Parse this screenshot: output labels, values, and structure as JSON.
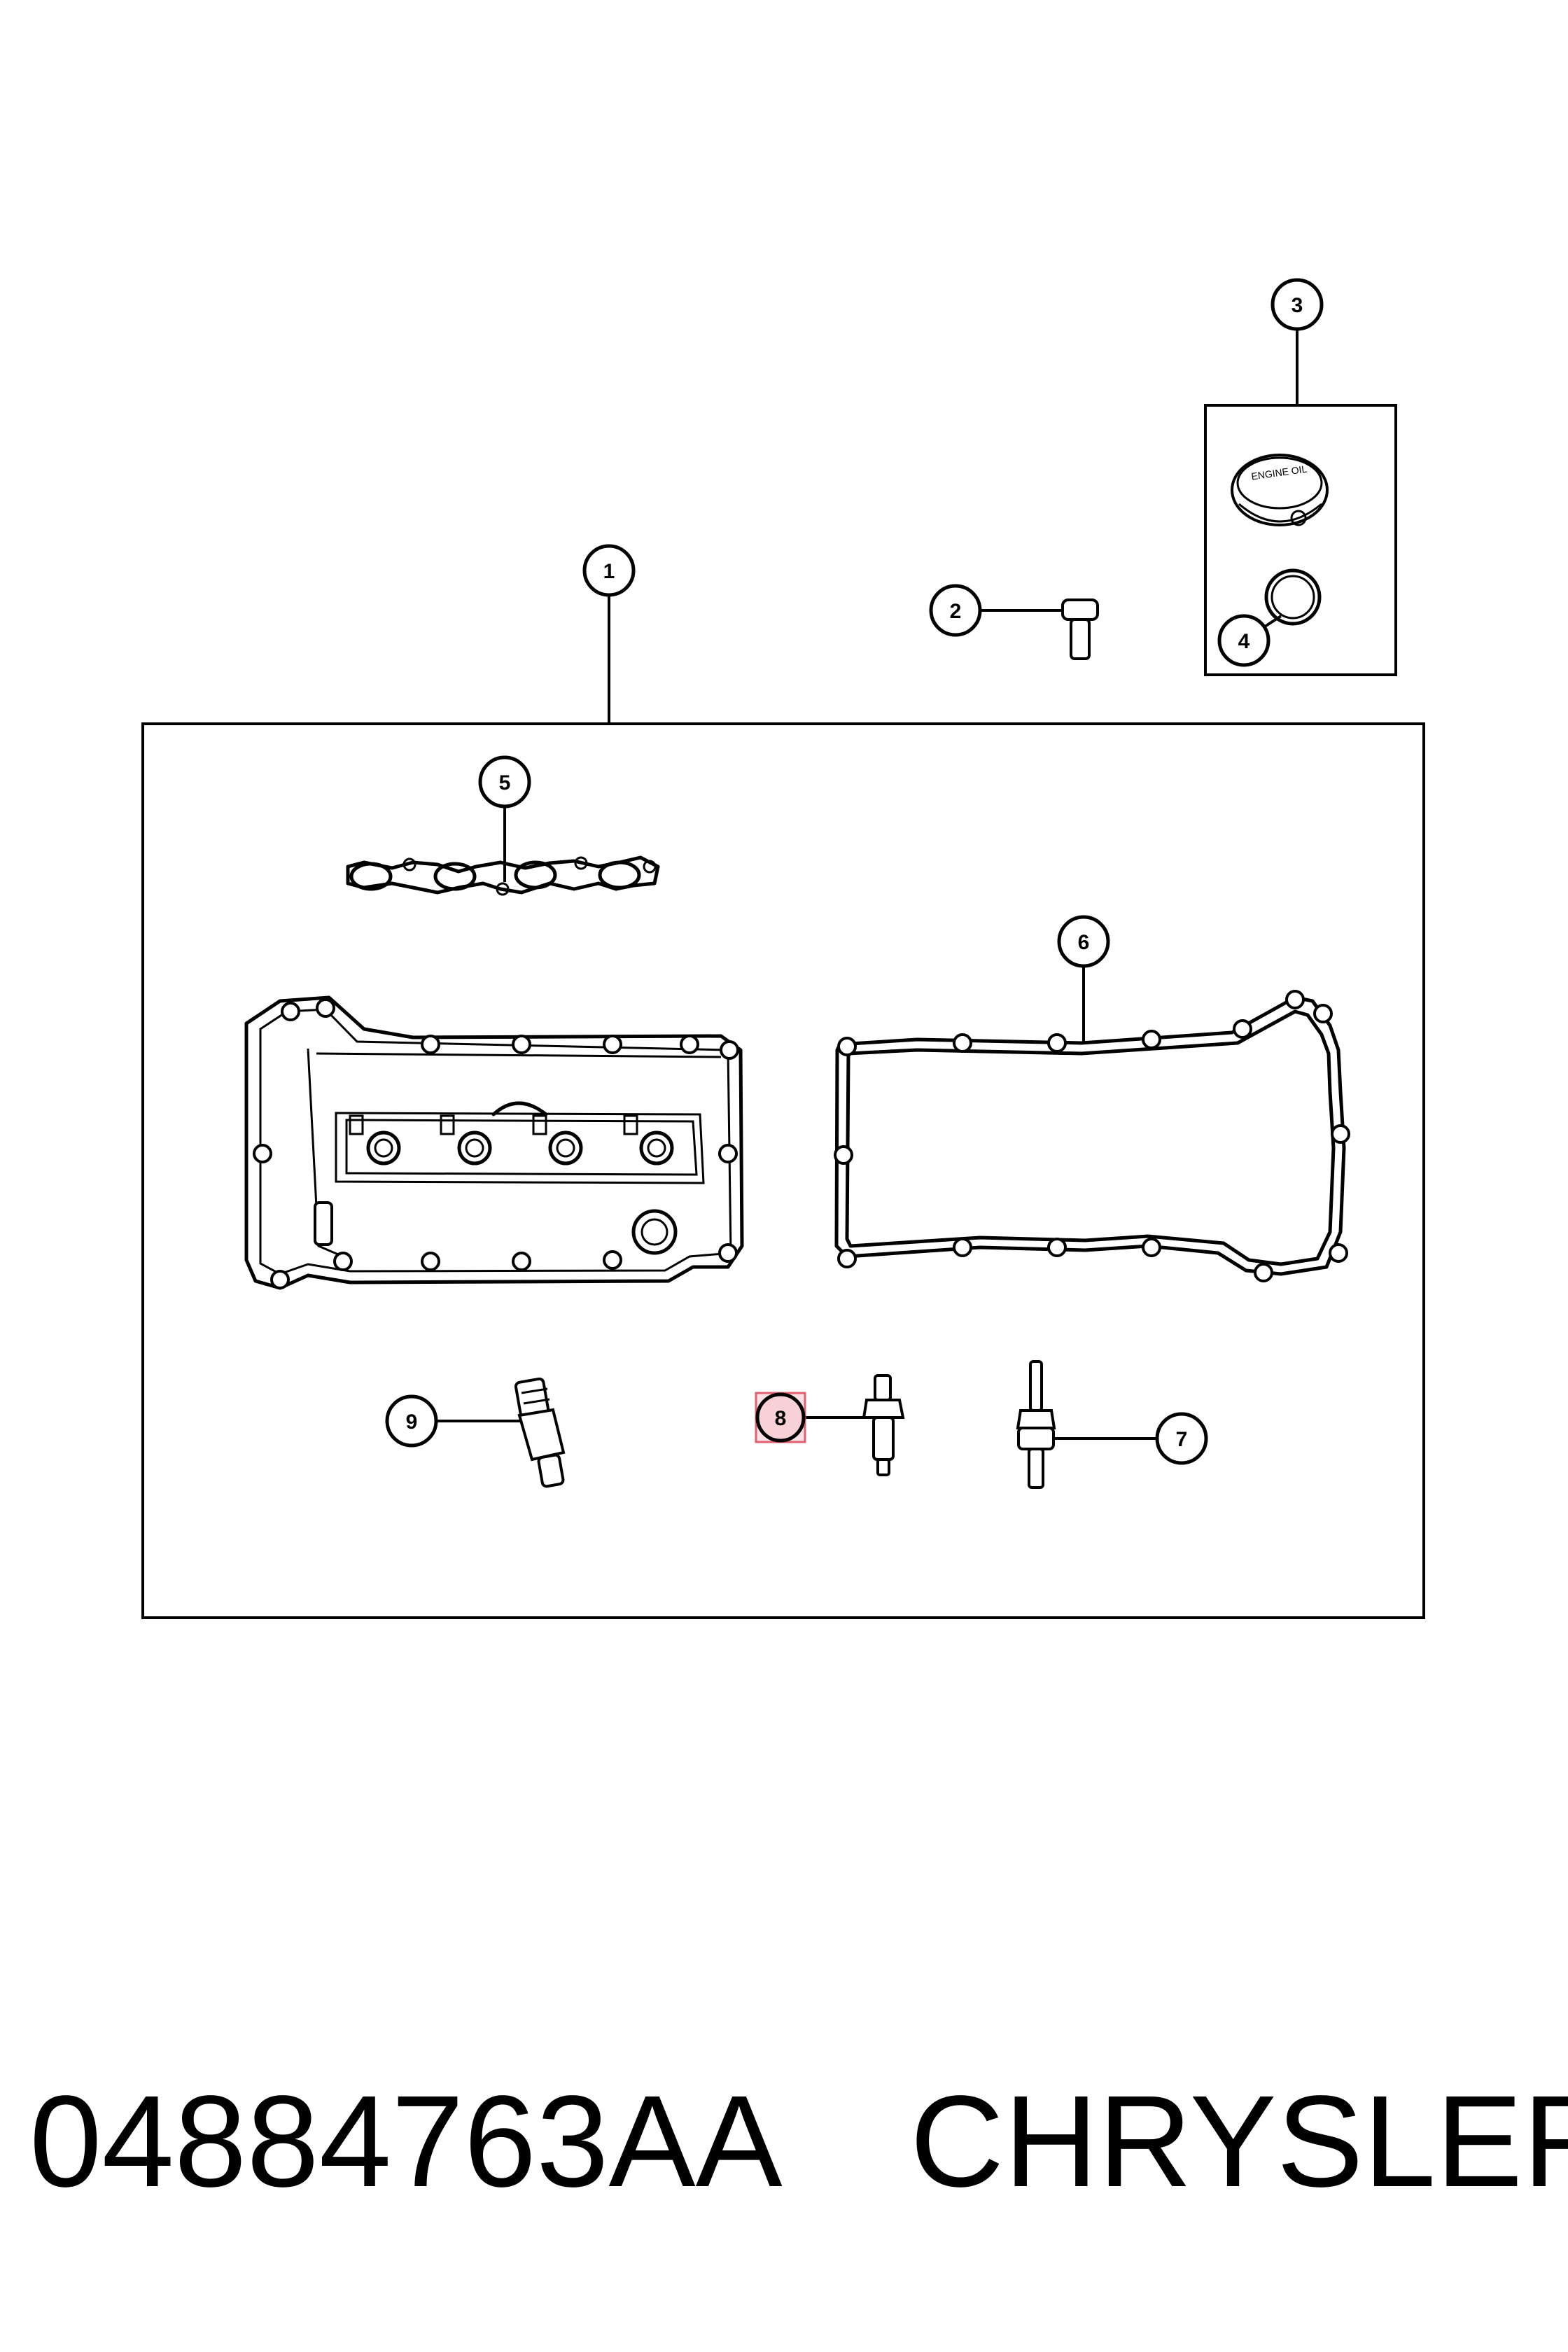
{
  "callouts": [
    {
      "label": "1"
    },
    {
      "label": "2"
    },
    {
      "label": "3"
    },
    {
      "label": "4"
    },
    {
      "label": "5"
    },
    {
      "label": "6"
    },
    {
      "label": "7"
    },
    {
      "label": "8",
      "highlighted": true
    },
    {
      "label": "9"
    }
  ],
  "oil_cap_text": "ENGINE OIL",
  "footer": {
    "part_number": "04884763AA",
    "brand": "CHRYSLER"
  },
  "colors": {
    "line": "#000000",
    "background": "#ffffff",
    "highlight_fill": "#f5c6cc",
    "highlight_stroke": "#e06070"
  }
}
